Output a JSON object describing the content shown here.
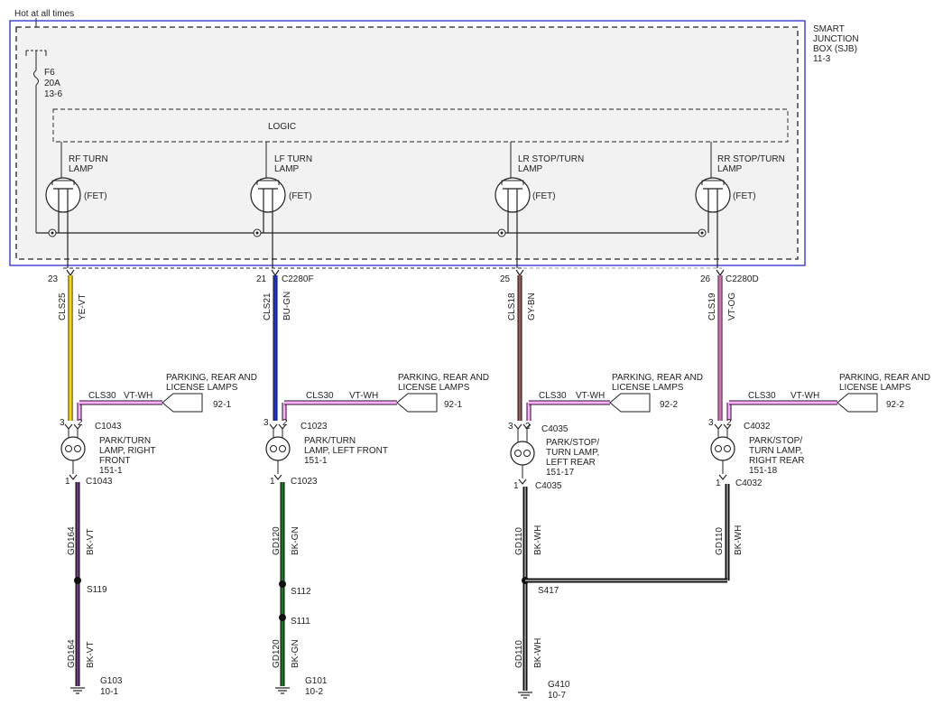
{
  "hot_label": "Hot at all times",
  "sjb": {
    "line1": "SMART",
    "line2": "JUNCTION",
    "line3": "BOX (SJB)",
    "line4": "11-3"
  },
  "fuse": {
    "name": "F6",
    "rating": "20A",
    "ref": "13-6"
  },
  "logic_label": "LOGIC",
  "fet_label": "(FET)",
  "outputs": [
    {
      "label1": "RF TURN",
      "label2": "LAMP",
      "pin": "23",
      "connector": "",
      "circuit": "CLS25",
      "color": "YE-VT"
    },
    {
      "label1": "LF TURN",
      "label2": "LAMP",
      "pin": "21",
      "connector": "C2280F",
      "circuit": "CLS21",
      "color": "BU-GN"
    },
    {
      "label1": "LR STOP/TURN",
      "label2": "LAMP",
      "pin": "25",
      "connector": "",
      "circuit": "CLS18",
      "color": "GY-BN"
    },
    {
      "label1": "RR STOP/TURN",
      "label2": "LAMP",
      "pin": "26",
      "connector": "C2280D",
      "circuit": "CLS19",
      "color": "VT-OG"
    }
  ],
  "branches": [
    {
      "circuit": "CLS30",
      "color": "VT-WH",
      "dest1": "PARKING, REAR AND",
      "dest2": "LICENSE LAMPS",
      "ref": "92-1"
    },
    {
      "circuit": "CLS30",
      "color": "VT-WH",
      "dest1": "PARKING, REAR AND",
      "dest2": "LICENSE LAMPS",
      "ref": "92-1"
    },
    {
      "circuit": "CLS30",
      "color": "VT-WH",
      "dest1": "PARKING, REAR AND",
      "dest2": "LICENSE LAMPS",
      "ref": "92-2"
    },
    {
      "circuit": "CLS30",
      "color": "VT-WH",
      "dest1": "PARKING, REAR AND",
      "dest2": "LICENSE LAMPS",
      "ref": "92-2"
    }
  ],
  "lamps": [
    {
      "pin3": "3",
      "pin2": "2",
      "conn_top": "C1043",
      "l1": "PARK/TURN",
      "l2": "LAMP, RIGHT",
      "l3": "FRONT",
      "l4": "151-1",
      "pin1": "1",
      "conn_bot": "C1043"
    },
    {
      "pin3": "3",
      "pin2": "2",
      "conn_top": "C1023",
      "l1": "PARK/TURN",
      "l2": "LAMP, LEFT FRONT",
      "l3": "151-1",
      "l4": "",
      "pin1": "1",
      "conn_bot": "C1023"
    },
    {
      "pin3": "3",
      "pin2": "2",
      "conn_top": "C4035",
      "l1": "PARK/STOP/",
      "l2": "TURN LAMP,",
      "l3": "LEFT REAR",
      "l4": "151-17",
      "pin1": "1",
      "conn_bot": "C4035"
    },
    {
      "pin3": "3",
      "pin2": "2",
      "conn_top": "C4032",
      "l1": "PARK/STOP/",
      "l2": "TURN LAMP,",
      "l3": "RIGHT REAR",
      "l4": "151-18",
      "pin1": "1",
      "conn_bot": "C4032"
    }
  ],
  "grounds": [
    {
      "circ_upper": "GD164",
      "color_upper": "BK-VT",
      "splice1": "S119",
      "splice2": "",
      "circ_lower": "GD164",
      "color_lower": "BK-VT",
      "ground": "G103",
      "ref": "10-1"
    },
    {
      "circ_upper": "GD120",
      "color_upper": "BK-GN",
      "splice1": "S112",
      "splice2": "S111",
      "circ_lower": "GD120",
      "color_lower": "BK-GN",
      "ground": "G101",
      "ref": "10-2"
    },
    {
      "circ_upper": "GD110",
      "color_upper": "BK-WH",
      "splice1": "S417",
      "splice2": "",
      "circ_lower": "GD110",
      "color_lower": "BK-WH",
      "ground": "G410",
      "ref": "10-7"
    },
    {
      "circ_upper": "GD110",
      "color_upper": "BK-WH",
      "splice1": "",
      "splice2": "",
      "circ_lower": "",
      "color_lower": "",
      "ground": "",
      "ref": ""
    }
  ],
  "wire_colors": {
    "YE-VT": [
      "#f5d800",
      "#f5d800"
    ],
    "BU-GN": [
      "#1a2fd0",
      "#1a2fd0"
    ],
    "GY-BN": [
      "#8b3a30",
      "#8b8b8b"
    ],
    "VT-OG": [
      "#d070b0",
      "#d070b0"
    ],
    "VT-WH": [
      "#e070e0",
      "#ffffff"
    ],
    "BK-VT": [
      "#3a1a4a",
      "#a060c0"
    ],
    "BK-GN": [
      "#1a4a1a",
      "#20b020"
    ],
    "BK-WH": [
      "#111111",
      "#ffffff"
    ]
  }
}
